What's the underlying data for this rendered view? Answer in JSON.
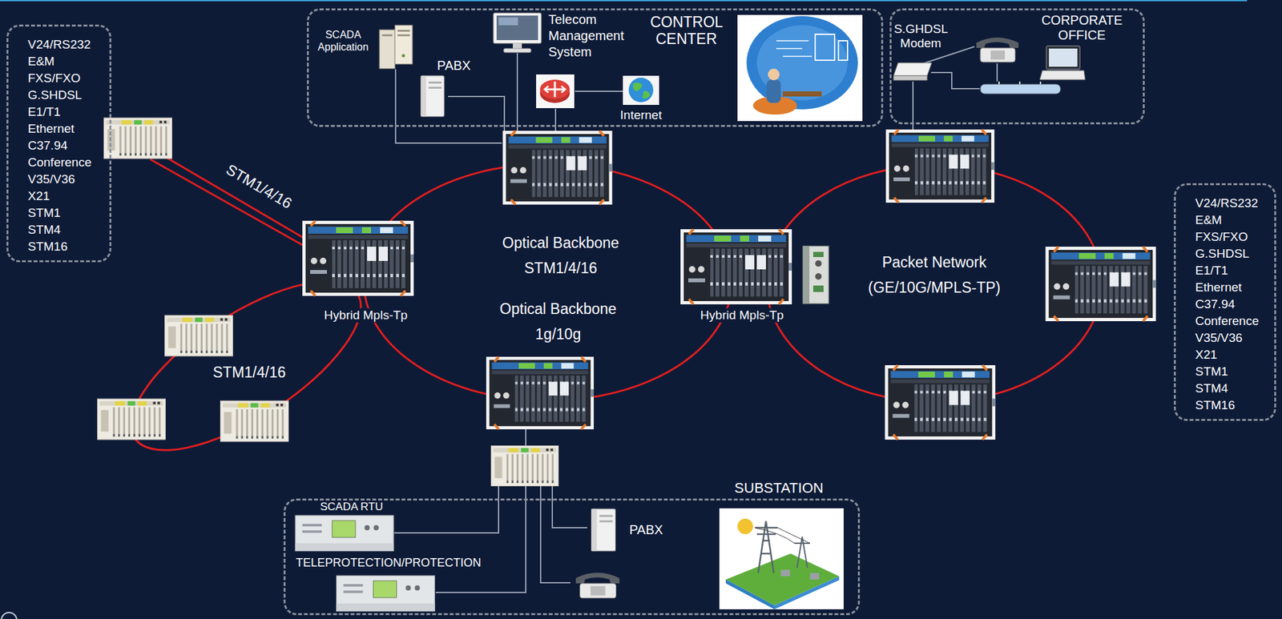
{
  "diagram": {
    "nodes": [
      {
        "text": [
          "CONTROL CENTER"
        ]
      },
      {
        "text": [
          "CORPORATE OFFICE"
        ]
      },
      {
        "text": [
          "V24/RS232",
          "E&M",
          "FXS/FXO",
          "G.SHDSL",
          "E1/T1",
          "Ethernet",
          "C37.94",
          "Conference",
          "V35/V36",
          "X21",
          "STM1",
          "STM4",
          "STM16"
        ]
      },
      {
        "text": [
          "Hybrid Mpls-Tp"
        ]
      },
      {
        "text": [
          "Hybrid Mpls-Tp"
        ]
      },
      {
        "text": [
          "V24/RS232",
          "E&M",
          "FXS/FXO",
          "G.SHDSL",
          "E1/T1",
          "Ethernet",
          "C37.94",
          "Conference",
          "V35/V36",
          "X21",
          "STM1",
          "STM4",
          "STM16"
        ]
      },
      {
        "text": [
          "SUBSTATION"
        ]
      }
    ],
    "labels": [
      "SCADA Application",
      "PABX",
      "Telecom Management System",
      "Internet",
      "S.GHDSL Modem",
      "STM1/4/16",
      "Optical Backbone",
      "STM1/4/16",
      "Optical Backbone",
      "1g/10g",
      "Packet Network",
      "(GE/10G/MPLS-TP)",
      "STM1/4/16",
      "SCADA RTU",
      "TELEPROTECTION/PROTECTION",
      "PABX"
    ]
  }
}
